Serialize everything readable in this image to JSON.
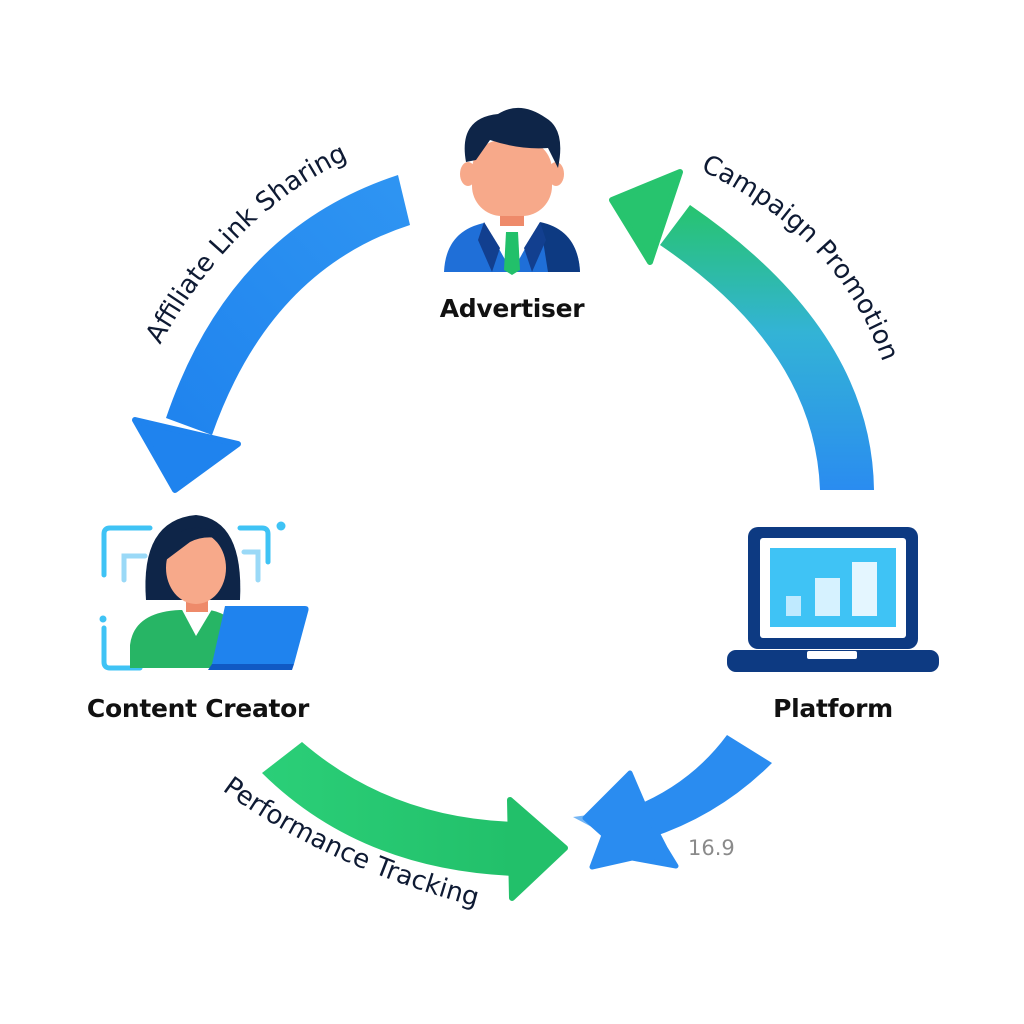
{
  "diagram": {
    "nodes": [
      {
        "id": "advertiser",
        "label": "Advertiser",
        "icon": "businessman-icon"
      },
      {
        "id": "content-creator",
        "label": "Content Creator",
        "icon": "creator-with-laptop-icon"
      },
      {
        "id": "platform",
        "label": "Platform",
        "icon": "laptop-analytics-icon"
      }
    ],
    "edges": [
      {
        "id": "affiliate-link-sharing",
        "label": "Affiliate Link Sharing",
        "from": "advertiser",
        "to": "content-creator",
        "color": "#2a8cf0"
      },
      {
        "id": "performance-tracking",
        "label": "Performance Tracking",
        "from": "content-creator",
        "to": "platform",
        "color": "#27c46e"
      },
      {
        "id": "platform-return",
        "label": "",
        "from": "platform",
        "to": "performance-tracking-end",
        "color": "#2a8cf0"
      },
      {
        "id": "campaign-promotion",
        "label": "Campaign Promotion",
        "from": "platform",
        "to": "advertiser",
        "color_start": "#2a8cf0",
        "color_end": "#27c46e"
      }
    ],
    "annotation": "16.9",
    "colors": {
      "blue": "#2a8cf0",
      "green": "#27c46e",
      "navy": "#0d3a82",
      "screen": "#3fc3f5",
      "skin": "#f7a98a",
      "hair": "#0e2548",
      "text": "#111111"
    }
  }
}
